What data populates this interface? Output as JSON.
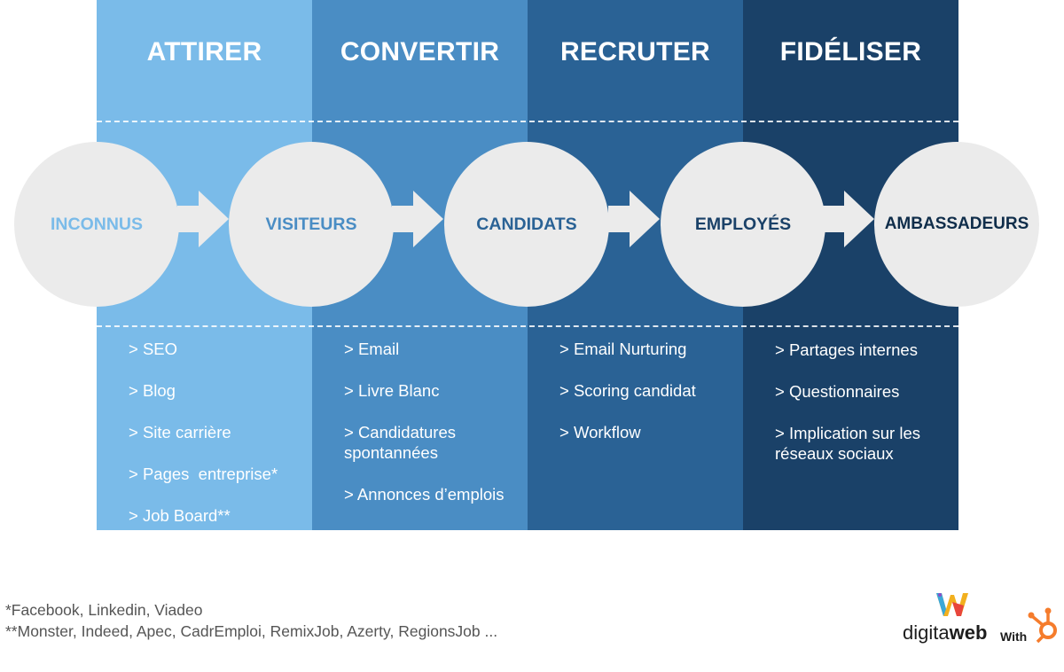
{
  "stages": [
    {
      "title": "ATTIRER",
      "items": [
        "> SEO",
        "> Blog",
        "> Site carrière",
        "> Pages  entreprise*",
        "> Job Board**"
      ],
      "color": "#7abbe9"
    },
    {
      "title": "CONVERTIR",
      "items": [
        "> Email",
        "> Livre Blanc",
        "> Candidatures spontannées",
        "> Annonces d’emplois"
      ],
      "color": "#4a8dc4"
    },
    {
      "title": "RECRUTER",
      "items": [
        "> Email Nurturing",
        "> Scoring candidat",
        "> Workflow"
      ],
      "color": "#2a6295"
    },
    {
      "title": "FIDÉLISER",
      "items": [
        "> Partages internes",
        "> Questionnaires",
        "> Implication sur les réseaux sociaux"
      ],
      "color": "#1a4168"
    }
  ],
  "circles": [
    {
      "label": "INCONNUS",
      "color": "#7abbe9"
    },
    {
      "label": "VISITEURS",
      "color": "#4a8dc4"
    },
    {
      "label": "CANDIDATS",
      "color": "#2a6295"
    },
    {
      "label": "EMPLOYÉS",
      "color": "#1a4168"
    },
    {
      "label": "AMBASSADEURS",
      "color": "#0f2d4a"
    }
  ],
  "footnotes": {
    "note1": "*Facebook, Linkedin, Viadeo",
    "note2": "**Monster, Indeed, Apec, CadrEmploi, RemixJob, Azerty, RegionsJob ..."
  },
  "logo": {
    "brand_a": "digita",
    "brand_b": "web",
    "with": "With",
    "icons": [
      "digitaweb-w-logo-icon",
      "hubspot-sprocket-icon"
    ],
    "hubspot_color": "#f57c2c"
  }
}
